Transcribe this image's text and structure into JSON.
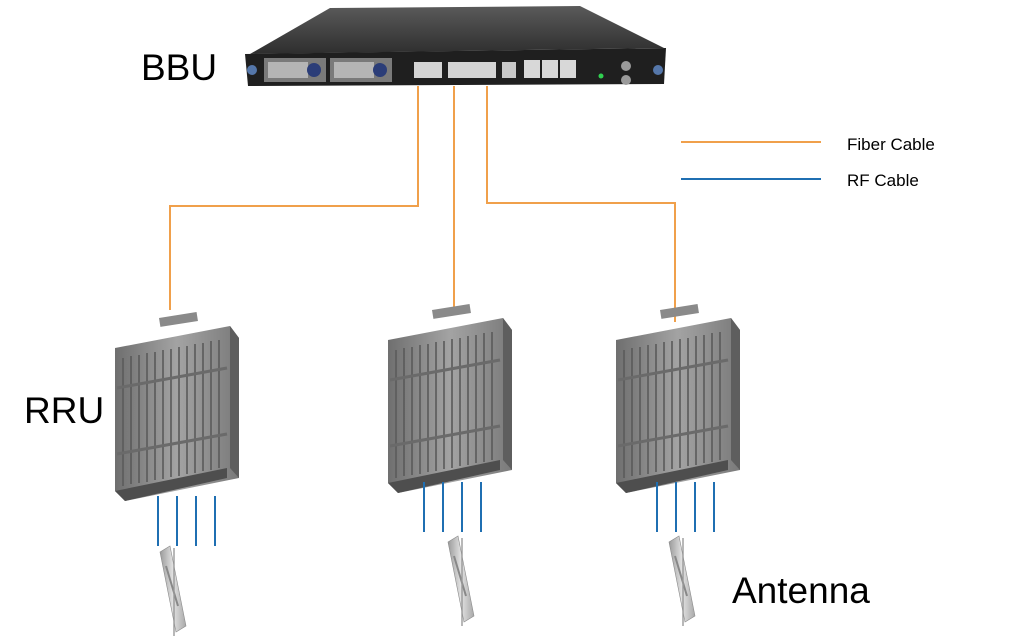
{
  "labels": {
    "bbu": "BBU",
    "rru": "RRU",
    "antenna": "Antenna"
  },
  "legend": {
    "fiber": "Fiber Cable",
    "rf": "RF Cable"
  },
  "colors": {
    "fiber": "#F0A04B",
    "rf": "#1F6FB2",
    "rru_body": "#8E8E8E",
    "bbu_body": "#2A2A2A",
    "antenna_body": "#C4C4C4"
  },
  "icons": {
    "bbu": "bbu-server-unit-icon",
    "rru": "rru-radio-unit-icon",
    "antenna": "panel-antenna-icon"
  }
}
